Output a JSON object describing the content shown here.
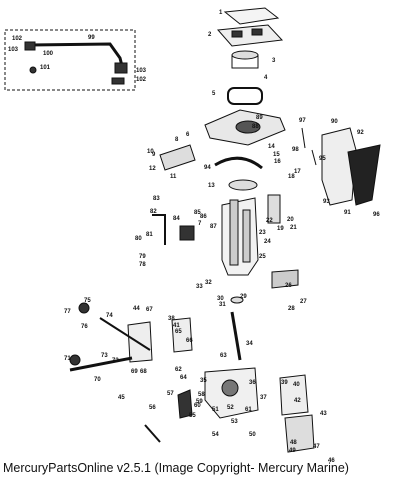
{
  "caption": "MercuryPartsOnline v2.5.1 (Image Copyright- Mercury Marine)",
  "callouts": [
    "1",
    "2",
    "3",
    "4",
    "5",
    "6",
    "7",
    "8",
    "9",
    "10",
    "11",
    "12",
    "13",
    "14",
    "15",
    "16",
    "17",
    "18",
    "19",
    "20",
    "21",
    "22",
    "23",
    "24",
    "25",
    "26",
    "27",
    "28",
    "29",
    "30",
    "31",
    "32",
    "33",
    "34",
    "35",
    "36",
    "37",
    "38",
    "39",
    "40",
    "41",
    "42",
    "43",
    "44",
    "45",
    "46",
    "47",
    "48",
    "49",
    "50",
    "51",
    "52",
    "53",
    "54",
    "55",
    "56",
    "57",
    "58",
    "59",
    "60",
    "61",
    "62",
    "63",
    "64",
    "65",
    "66",
    "67",
    "68",
    "69",
    "70",
    "71",
    "72",
    "73",
    "74",
    "75",
    "76",
    "77",
    "78",
    "79",
    "80",
    "81",
    "82",
    "83",
    "84",
    "85",
    "86",
    "87",
    "88",
    "89",
    "90",
    "91",
    "92",
    "93",
    "94",
    "95",
    "96",
    "97",
    "98",
    "99",
    "100",
    "101",
    "102",
    "103"
  ]
}
